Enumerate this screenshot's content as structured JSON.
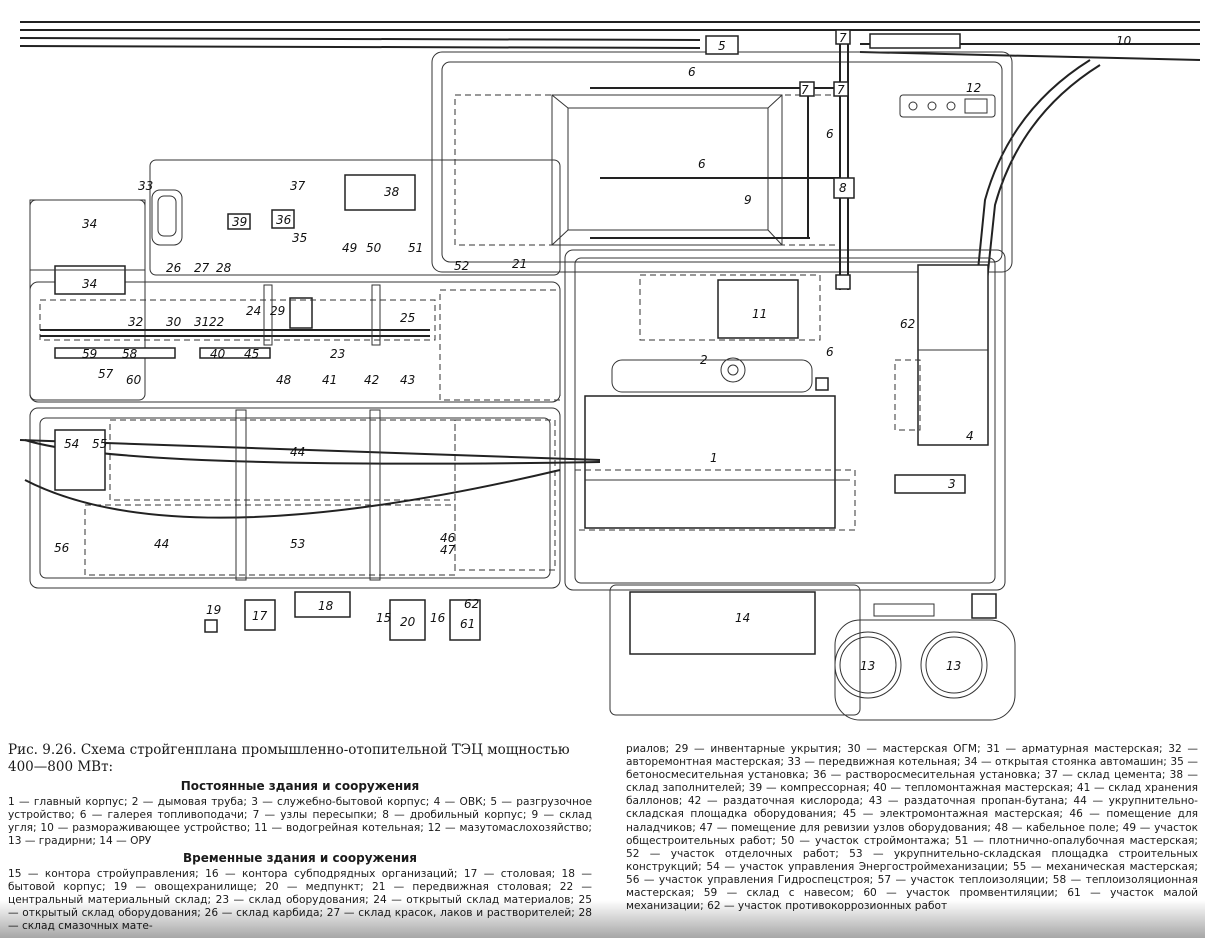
{
  "figure": {
    "caption": "Рис. 9.26. Схема стройгенплана промышленно-отопительной ТЭЦ мощностью 400—800 МВт:",
    "permanent_heading": "Постоянные здания и сооружения",
    "permanent_text": "1 — главный корпус; 2 — дымовая труба; 3 — служебно-бытовой корпус; 4 — ОВК; 5 — разгрузочное устройство; 6 — галерея топливоподачи; 7 — узлы пересыпки; 8 — дробильный корпус; 9 — склад угля; 10 — размораживающее устройство; 11 — водогрейная котельная; 12 — мазутомаслохозяйство; 13 — градирни; 14 — ОРУ",
    "temporary_heading": "Временные здания и сооружения",
    "temporary_text_col1": "15 — контора стройуправления; 16 — контора субподрядных организаций; 17 — столовая; 18 — бытовой корпус; 19 — овощехранилище; 20 — медпункт; 21 — передвижная столовая; 22 — центральный материальный склад; 23 — склад оборудования; 24 — открытый склад материалов; 25 — открытый склад оборудования; 26 — склад карбида; 27 — склад красок, лаков и растворителей; 28 — склад смазочных мате-",
    "temporary_text_col2": "риалов; 29 — инвентарные укрытия; 30 — мастерская ОГМ; 31 — арматурная мастерская; 32 — авторемонтная мастерская; 33 — передвижная котельная; 34 — открытая стоянка автомашин; 35 — бетоносмесительная установка; 36 — растворосмесительная установка; 37 — склад цемента; 38 — склад заполнителей; 39 — компрессорная; 40 — тепломонтажная мастерская; 41 — склад хранения баллонов; 42 — раздаточная кислорода; 43 — раздаточная пропан-бутана; 44 — укрупнительно-складская площадка оборудования; 45 — электромонтажная мастерская; 46 — помещение для наладчиков; 47 — помещение для ревизии узлов оборудования; 48 — кабельное поле; 49 — участок общестроительных работ; 50 — участок строймонтажа; 51 — плотнично-опалубочная мастерская; 52 — участок отделочных работ; 53 — укрупнительно-складская площадка строительных конструкций; 54 — участок управления Энергостроймеханизации; 55 — механическая мастерская; 56 — участок управления Гидроспецстроя; 57 — участок теплоизоляции; 58 — теплоизоляционная мастерская; 59 — склад с навесом; 60 — участок промвентиляции; 61 — участок малой механизации; 62 — участок противокоррозионных работ"
  },
  "plan_labels": {
    "n1": "1",
    "n2": "2",
    "n3": "3",
    "n4": "4",
    "n5": "5",
    "n6a": "6",
    "n6b": "6",
    "n6c": "6",
    "n6d": "6",
    "n7a": "7",
    "n7b": "7",
    "n7c": "7",
    "n8": "8",
    "n9": "9",
    "n10": "10",
    "n11": "11",
    "n12": "12",
    "n13a": "13",
    "n13b": "13",
    "n14": "14",
    "n15": "15",
    "n16": "16",
    "n17": "17",
    "n18": "18",
    "n19": "19",
    "n20": "20",
    "n21": "21",
    "n22": "22",
    "n23": "23",
    "n24": "24",
    "n25": "25",
    "n26": "26",
    "n27": "27",
    "n28": "28",
    "n29": "29",
    "n30": "30",
    "n31": "31",
    "n32": "32",
    "n33": "33",
    "n34a": "34",
    "n34b": "34",
    "n35": "35",
    "n36": "36",
    "n37": "37",
    "n38": "38",
    "n39": "39",
    "n40": "40",
    "n41": "41",
    "n42": "42",
    "n43": "43",
    "n44a": "44",
    "n44b": "44",
    "n45": "45",
    "n46": "46",
    "n47": "47",
    "n48": "48",
    "n49": "49",
    "n50": "50",
    "n51": "51",
    "n52": "52",
    "n53": "53",
    "n54": "54",
    "n55": "55",
    "n56": "56",
    "n57": "57",
    "n58": "58",
    "n59": "59",
    "n60": "60",
    "n61": "61",
    "n62a": "62",
    "n62b": "62"
  }
}
